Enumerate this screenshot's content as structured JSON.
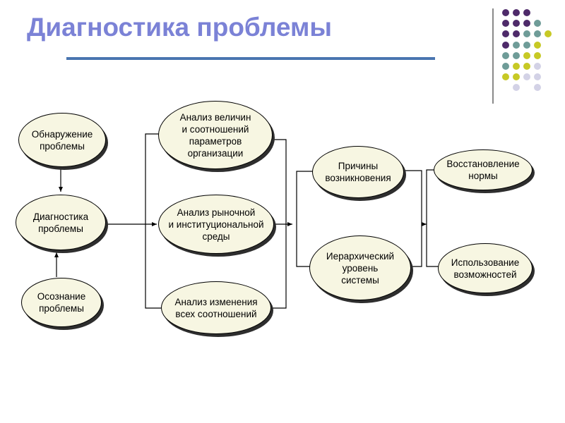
{
  "title": "Диагностика проблемы",
  "colors": {
    "title": "#7b82d6",
    "rule": "#4a75b0",
    "node_fill": "#f7f6e2",
    "dot_purple": "#4e2a6a",
    "dot_teal": "#6f9c98",
    "dot_yellow": "#c7c925",
    "dot_lavender": "#d3d2e6"
  },
  "nodes": {
    "detection": "Обнаружение\nпроблемы",
    "diagnostics": "Диагностика\nпроблемы",
    "awareness": "Осознание\nпроблемы",
    "analysis_params": "Анализ величин\nи соотношений\nпараметров\nорганизации",
    "analysis_market": "Анализ рыночной\nи институциональной\nсреды",
    "analysis_changes": "Анализ изменения\nвсех соотношений",
    "causes": "Причины\nвозникновения",
    "hierarchy": "Иерархический\nуровень\nсистемы",
    "restore": "Восстановление\nнормы",
    "opportunities": "Использование\nвозможностей"
  }
}
